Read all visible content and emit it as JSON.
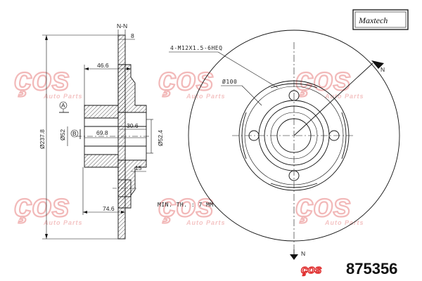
{
  "watermark": {
    "text": "ços",
    "subtext": "Auto Parts"
  },
  "brand": {
    "name": "Maxtech"
  },
  "part": {
    "number": "875356",
    "logo": "ços"
  },
  "section": {
    "label": "N-N",
    "arrow_label": "N"
  },
  "dims": {
    "thickness": "8",
    "d_46_6": "46.6",
    "d_237_8": "Ø237.8",
    "d_52": "Ø52",
    "d_69_8": "69.8",
    "d_30_6": "30.6",
    "d_52_4": "Ø52.4",
    "d_15": "15",
    "d_74_6": "74.6",
    "datum_a": "A",
    "datum_b": "B"
  },
  "front": {
    "bolt_spec": "4-M12X1.5-6HEQ",
    "pcd": "Ø100"
  },
  "min_th": "MIN. TH. : 7 MM."
}
